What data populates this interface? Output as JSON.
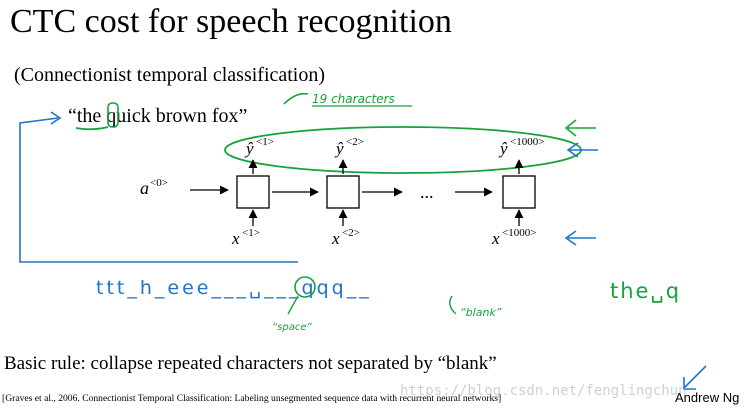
{
  "slide": {
    "title": "CTC cost for speech recognition",
    "subtitle": "(Connectionist temporal classification)",
    "sentence": "“the quick brown fox”",
    "note_characters": "19 characters",
    "rule": "Basic rule: collapse repeated characters not separated by “blank”",
    "citation": "[Graves et al., 2006. Connectionist Temporal Classification: Labeling unsegmented sequence data with recurrent neural networks]",
    "author": "Andrew Ng",
    "watermark": "https://blog.csdn.net/fenglingchun"
  },
  "rnn": {
    "a0": "a",
    "a0_sup": "<0>",
    "ellipsis": "...",
    "steps": [
      {
        "y": "ŷ",
        "y_sup": "<1>",
        "x": "x",
        "x_sup": "<1>"
      },
      {
        "y": "ŷ",
        "y_sup": "<2>",
        "x": "x",
        "x_sup": "<2>"
      },
      {
        "y": "ŷ",
        "y_sup": "<1000>",
        "x": "x",
        "x_sup": "<1000>"
      }
    ]
  },
  "annotations": {
    "sequence": "ttt_h_eee___␣___qqq__",
    "space_label": "“space”",
    "blank_label": "“blank”",
    "result": "the␣q"
  },
  "colors": {
    "green": "#17a23a",
    "blue": "#2173c9",
    "black": "#000000"
  }
}
